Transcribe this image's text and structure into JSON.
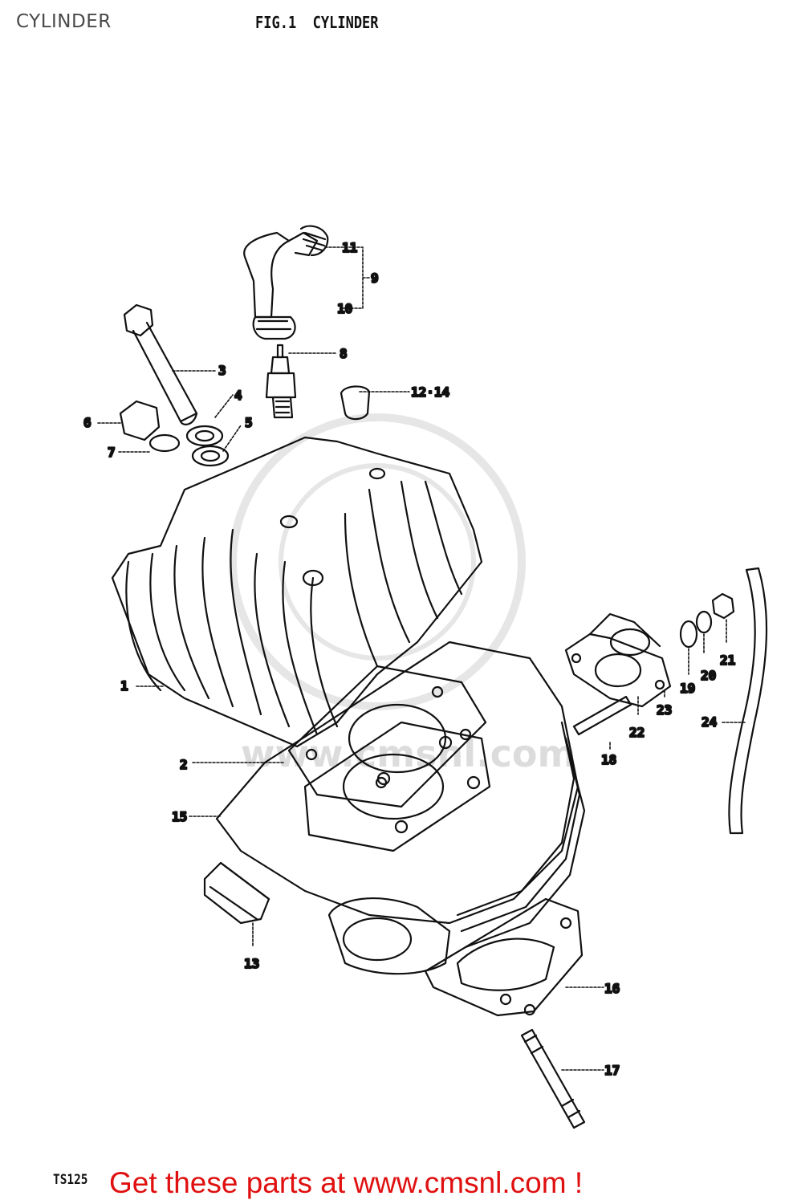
{
  "header": {
    "page_title": "CYLINDER",
    "figure_title": "FIG.1  CYLINDER"
  },
  "callouts": [
    {
      "id": "c1",
      "text": "1"
    },
    {
      "id": "c2",
      "text": "2"
    },
    {
      "id": "c3",
      "text": "3"
    },
    {
      "id": "c4",
      "text": "4"
    },
    {
      "id": "c5",
      "text": "5"
    },
    {
      "id": "c6",
      "text": "6"
    },
    {
      "id": "c7",
      "text": "7"
    },
    {
      "id": "c8",
      "text": "8"
    },
    {
      "id": "c9",
      "text": "9"
    },
    {
      "id": "c10",
      "text": "10"
    },
    {
      "id": "c11",
      "text": "11"
    },
    {
      "id": "c12",
      "text": "12·14"
    },
    {
      "id": "c13",
      "text": "13"
    },
    {
      "id": "c15",
      "text": "15"
    },
    {
      "id": "c16",
      "text": "16"
    },
    {
      "id": "c17",
      "text": "17"
    },
    {
      "id": "c18",
      "text": "18"
    },
    {
      "id": "c19",
      "text": "19"
    },
    {
      "id": "c20",
      "text": "20"
    },
    {
      "id": "c21",
      "text": "21"
    },
    {
      "id": "c22",
      "text": "22"
    },
    {
      "id": "c23",
      "text": "23"
    },
    {
      "id": "c24",
      "text": "24"
    }
  ],
  "watermark": "www.cmsnl.com",
  "footer": {
    "model_code": "TS125",
    "promo_text": "Get these parts at www.cmsnl.com !"
  },
  "colors": {
    "line": "#111111",
    "promo": "#e01010",
    "watermark": "#dcdcdc",
    "page_title": "#4a4a4a"
  }
}
